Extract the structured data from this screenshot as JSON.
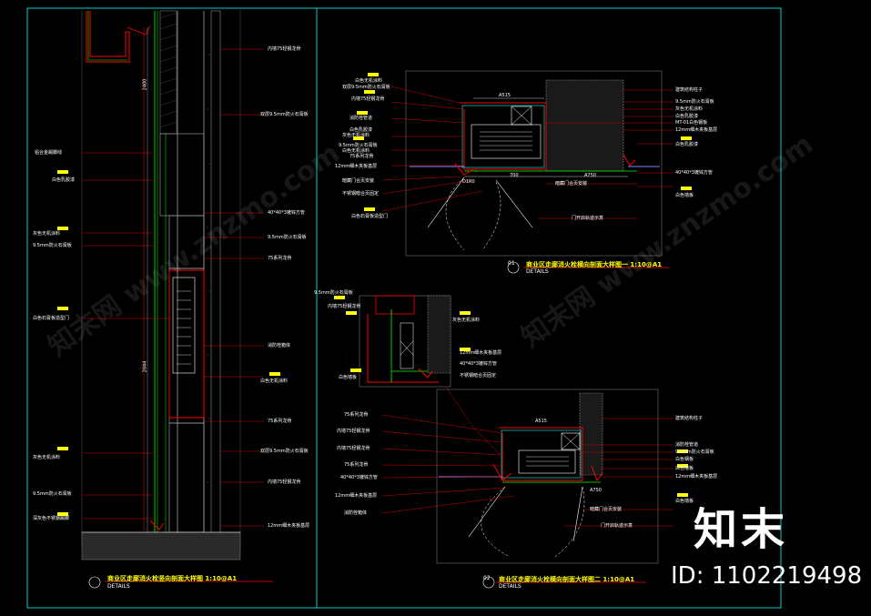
{
  "drawing": {
    "colors": {
      "frame": "#00ffff",
      "wall": "#00ff00",
      "red": "#ff0000",
      "tag": "#ffff00",
      "line": "#ffffff",
      "purple": "#8080ff"
    },
    "left_labels": [
      {
        "text": "内墙75轻钢龙骨"
      },
      {
        "text": "双层9.5mm防火石膏板"
      },
      {
        "text": "铝合金踢脚线"
      },
      {
        "text": "白色乳胶漆"
      },
      {
        "text": "40*40*3镀锌方管"
      },
      {
        "text": "9.5mm防火石膏板"
      },
      {
        "text": "75系列龙骨"
      },
      {
        "text": "消防栓箱体"
      },
      {
        "text": "白色无机涂料"
      },
      {
        "text": "75系列龙骨"
      },
      {
        "text": "双层9.5mm防火石膏板"
      },
      {
        "text": "内墙75轻钢龙骨"
      },
      {
        "text": "12mm细木夹板基层"
      },
      {
        "text": "灰色无机涂料"
      },
      {
        "text": "白色石膏板造型门"
      },
      {
        "text": "灰色无机涂料"
      },
      {
        "text": "9.5mm防火石膏板"
      },
      {
        "text": "9.5mm防火石膏板"
      },
      {
        "text": "深灰色不锈钢踢脚"
      }
    ],
    "section1_labels_left": [
      {
        "text": "白色无机涂料"
      },
      {
        "text": "双层9.5mm防火石膏板"
      },
      {
        "text": "内墙75轻钢龙骨"
      },
      {
        "text": "消防栓管道"
      },
      {
        "text": "白色乳胶漆"
      },
      {
        "text": "灰色无机涂料"
      },
      {
        "text": "9.5mm防火石膏板"
      },
      {
        "text": "白色无机涂料"
      },
      {
        "text": "75系列龙骨"
      },
      {
        "text": "12mm细木夹板基层"
      },
      {
        "text": "暗藏门合页安装"
      },
      {
        "text": "不锈钢暗合页固定"
      },
      {
        "text": "白色石膏板造型门"
      }
    ],
    "section1_labels_right": [
      {
        "text": "建筑结构柱子"
      },
      {
        "text": "9.5mm防火石膏板"
      },
      {
        "text": "灰色无机涂料"
      },
      {
        "text": "白色乳胶漆"
      },
      {
        "text": "MT-01白色钢板"
      },
      {
        "text": "12mm细木夹板基层"
      },
      {
        "text": "白色乳胶漆"
      },
      {
        "text": "40*40*3镀锌方管"
      },
      {
        "text": "白色墙板"
      },
      {
        "text": "暗藏门合页安装"
      },
      {
        "text": "门开启轨迹示意"
      }
    ],
    "detail_labels": [
      {
        "text": "9.5mm防火石膏板"
      },
      {
        "text": "内墙75轻钢龙骨"
      },
      {
        "text": "灰色无机涂料"
      },
      {
        "text": "12mm细木夹板基层"
      },
      {
        "text": "40*40*3镀锌方管"
      },
      {
        "text": "不锈钢暗合页固定"
      },
      {
        "text": "白色墙板"
      }
    ],
    "section2_labels_left": [
      {
        "text": "75系列龙骨"
      },
      {
        "text": "内墙75轻钢龙骨"
      },
      {
        "text": "内墙75轻钢龙骨"
      },
      {
        "text": "75系列龙骨"
      },
      {
        "text": "40*40*3镀锌方管"
      },
      {
        "text": "12mm细木夹板基层"
      },
      {
        "text": "消防栓箱体"
      }
    ],
    "section2_labels_right": [
      {
        "text": "建筑结构柱子"
      },
      {
        "text": "消防栓管道"
      },
      {
        "text": "9.5mm防火石膏板"
      },
      {
        "text": "白色钢板"
      },
      {
        "text": "白色墙板"
      },
      {
        "text": "12mm细木夹板基层"
      },
      {
        "text": "白色墙板"
      },
      {
        "text": "暗藏门合页安装"
      },
      {
        "text": "门开启轨迹示意"
      }
    ],
    "dims": {
      "v1": "2400",
      "v2": "2044",
      "h1": "A515",
      "h2": "A750",
      "h3": "700",
      "h4": "D1R0",
      "h5": "A515",
      "h6": "A750"
    },
    "titles": [
      {
        "num": "",
        "title": "商业区走廊消火栓竖向剖面大样图  1:10@A1",
        "sub": "DETAILS"
      },
      {
        "num": "01",
        "title": "商业区走廊消火栓横向剖面大样图一  1:10@A1",
        "sub": "DETAILS"
      },
      {
        "num": "02",
        "title": "商业区走廊消火栓横向剖面大样图二  1:10@A1",
        "sub": "DETAILS"
      }
    ],
    "watermark": "知末网 www.znzmo.com",
    "logo": "知末",
    "id_text": "ID: 1102219498"
  }
}
